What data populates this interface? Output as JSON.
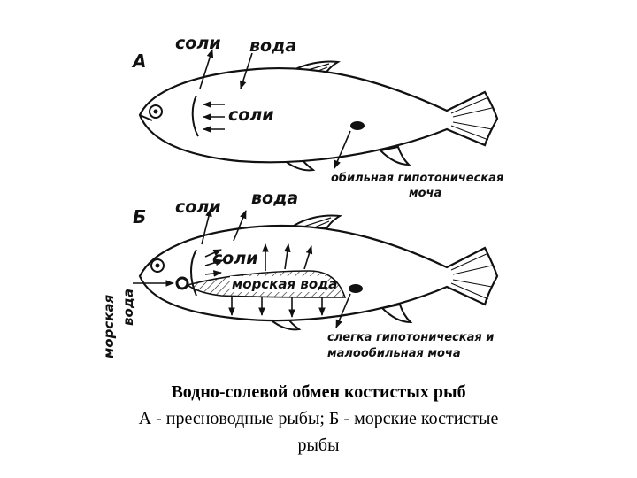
{
  "panel_a": {
    "letter": "А",
    "label_salts_out": "соли",
    "label_water_in": "вода",
    "label_salts_in": "соли",
    "label_urine_1": "обильная гипотоническая",
    "label_urine_2": "моча"
  },
  "panel_b": {
    "letter": "Б",
    "label_salts_out": "соли",
    "label_water_out": "вода",
    "label_salts_gill": "соли",
    "label_seawater_gut": "морская вода",
    "label_seawater_drink_1": "морская",
    "label_seawater_drink_2": "вода",
    "label_urine_1": "слегка гипотоническая и",
    "label_urine_2": "малообильная моча"
  },
  "caption": {
    "title": "Водно-солевой обмен костистых рыб",
    "line1": "А - пресноводные рыбы; Б - морские костистые",
    "line2": "рыбы"
  }
}
